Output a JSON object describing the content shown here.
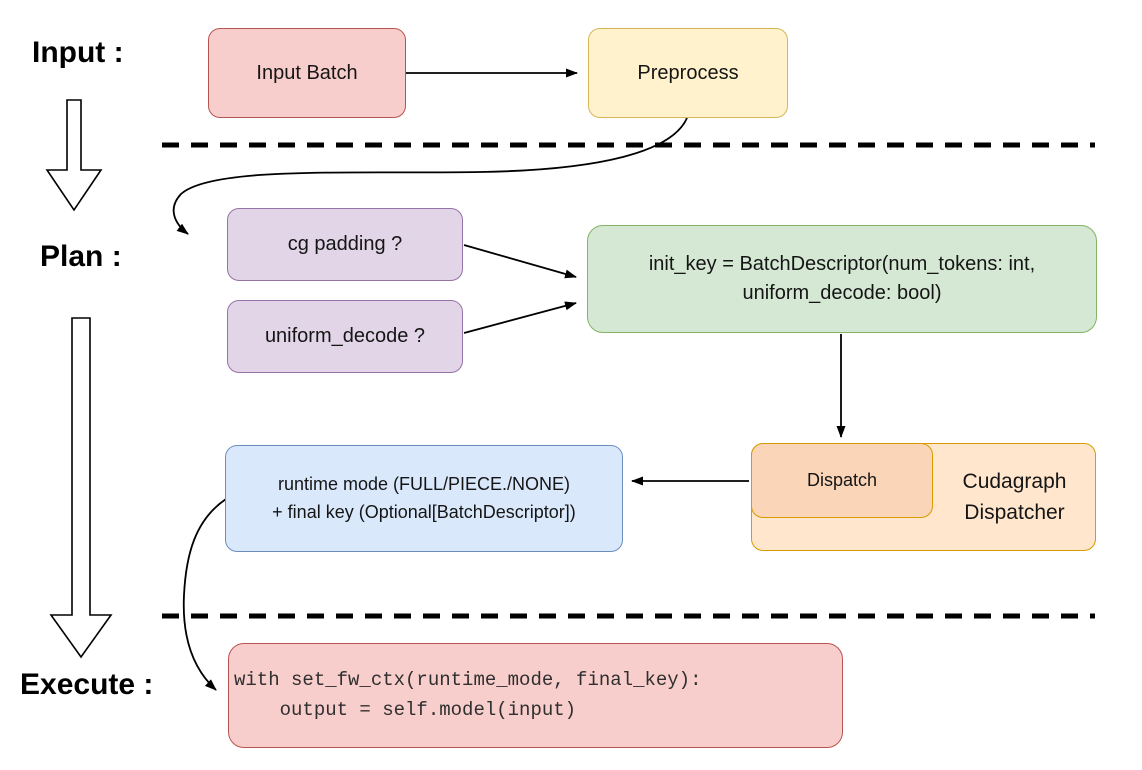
{
  "stages": {
    "input_label": "Input :",
    "plan_label": "Plan :",
    "execute_label": "Execute :"
  },
  "nodes": {
    "input_batch": {
      "label": "Input Batch",
      "fill": "#F8CECC",
      "stroke": "#B85450"
    },
    "preprocess": {
      "label": "Preprocess",
      "fill": "#FFF2CC",
      "stroke": "#D6B656"
    },
    "cg_padding": {
      "label": "cg padding ?",
      "fill": "#E1D5E7",
      "stroke": "#9673A6"
    },
    "uniform_decode": {
      "label": "uniform_decode ?",
      "fill": "#E1D5E7",
      "stroke": "#9673A6"
    },
    "init_key": {
      "line1": "init_key = BatchDescriptor(num_tokens: int,",
      "line2": "uniform_decode: bool)",
      "fill": "#D5E8D4",
      "stroke": "#82B366"
    },
    "dispatch": {
      "label": "Dispatch",
      "fill": "#FBD5B8",
      "stroke": "#D79B00"
    },
    "cudagraph_dispatcher": {
      "line1": "Cudagraph",
      "line2": "Dispatcher",
      "fill": "#FFE6CC",
      "stroke": "#D79B00"
    },
    "runtime_mode": {
      "line1": "runtime mode (FULL/PIECE./NONE)",
      "line2": "+ final key (Optional[BatchDescriptor])",
      "fill": "#DAE8FC",
      "stroke": "#6C8EBF"
    },
    "execute_code": {
      "line1": "with set_fw_ctx(runtime_mode, final_key):",
      "line2": "    output = self.model(input)",
      "fill": "#F8CECC",
      "stroke": "#B85450"
    }
  },
  "colors": {
    "connector": "#000000",
    "separator": "#000000",
    "stage_arrow_fill": "#ffffff",
    "stage_arrow_stroke": "#000000"
  }
}
